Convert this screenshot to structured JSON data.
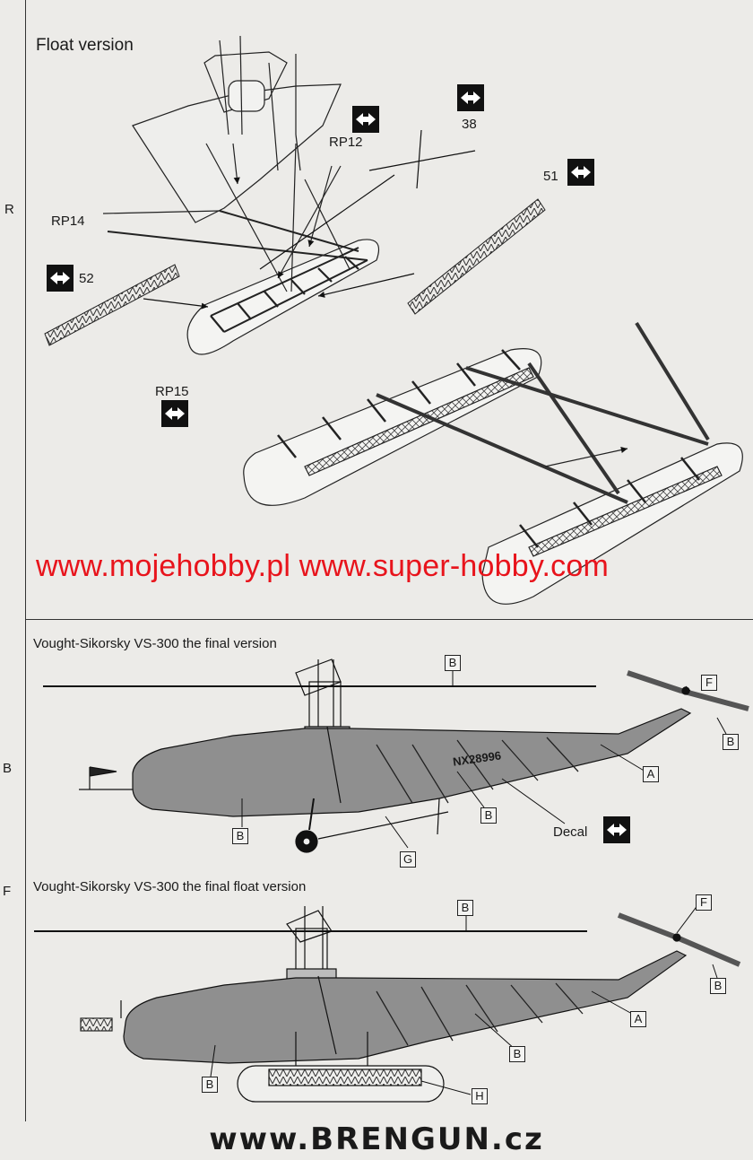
{
  "float_section": {
    "heading": "Float version",
    "parts": {
      "rp12": "RP12",
      "rp14": "RP14",
      "rp15": "RP15",
      "n38": "38",
      "n51": "51",
      "n52": "52"
    }
  },
  "watermark": "www.mojehobby.pl www.super-hobby.com",
  "profile_final": {
    "title": "Vought-Sikorsky VS-300 the final version",
    "registration": "NX28996",
    "decal_label": "Decal",
    "labels": {
      "b_rotor": "B",
      "f": "F",
      "b_tail": "B",
      "a": "A",
      "b_boom": "B",
      "b_nose": "B",
      "g": "G"
    }
  },
  "profile_float": {
    "title": "Vought-Sikorsky VS-300 the final float version",
    "labels": {
      "b_rotor": "B",
      "f": "F",
      "b_tail": "B",
      "a": "A",
      "b_boom": "B",
      "b_nose": "B",
      "h": "H"
    }
  },
  "edge_letters": {
    "b": "B",
    "f": "F",
    "r": "R"
  },
  "footer": "www.BRENGUN.cz",
  "colors": {
    "watermark": "#e8141c",
    "line": "#222222",
    "fill_grey": "#8f8f8f"
  }
}
